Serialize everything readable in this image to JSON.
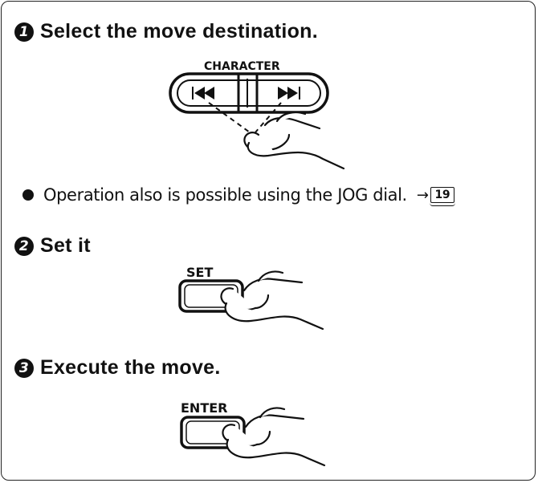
{
  "step1": {
    "number": "1",
    "title": "Select the move destination.",
    "button_label": "CHARACTER"
  },
  "note": {
    "text": "Operation also is possible using the JOG dial.",
    "arrow": "→",
    "page_ref": "19"
  },
  "step2": {
    "number": "2",
    "title": "Set it",
    "button_label": "SET"
  },
  "step3": {
    "number": "3",
    "title": "Execute the move.",
    "button_label": "ENTER"
  },
  "icons": {
    "step-marker": "black-circle-numeral",
    "prev-icon": "skip-back",
    "next-icon": "skip-forward",
    "hand-icon": "pressing-finger"
  }
}
